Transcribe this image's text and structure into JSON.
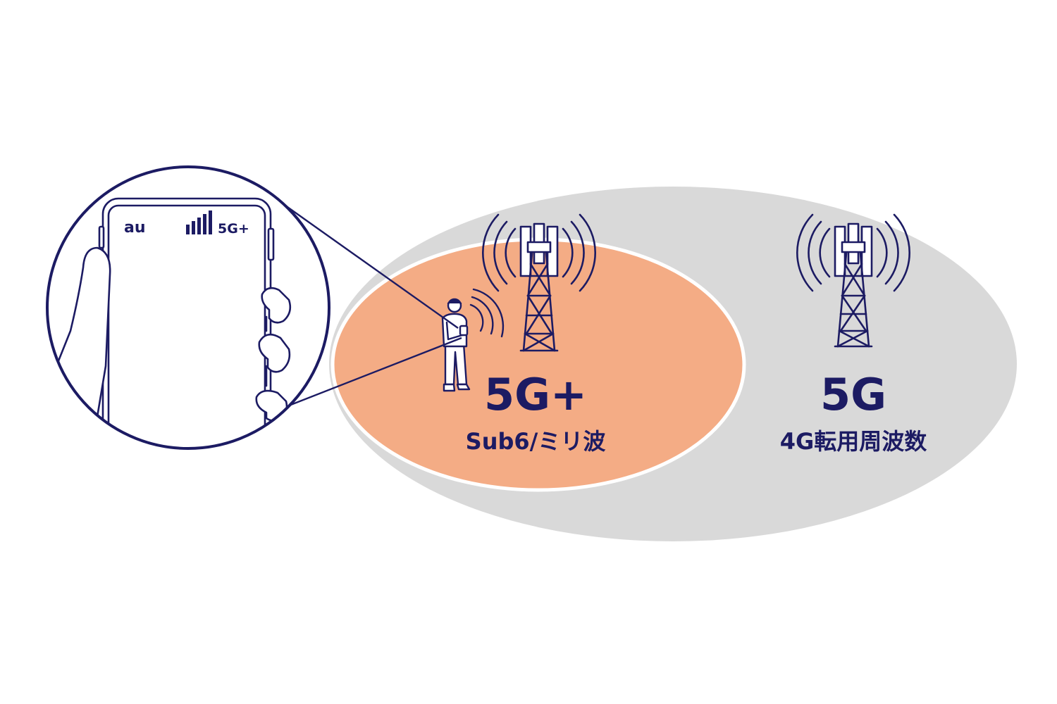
{
  "colors": {
    "navy": "#1c1b63",
    "outer_zone": "#d9d9d9",
    "inner_zone": "#f4ac85",
    "zone_border": "#ffffff"
  },
  "phone": {
    "carrier": "au",
    "network": "5G+",
    "signal_icon": "signal-bars-icon"
  },
  "zone_5g_plus": {
    "title": "5G+",
    "subtitle": "Sub6/ミリ波",
    "tower_icon": "cell-tower-icon"
  },
  "zone_5g": {
    "title": "5G",
    "subtitle": "4G転用周波数",
    "tower_icon": "cell-tower-icon"
  },
  "person_icon": "person-with-phone-icon"
}
